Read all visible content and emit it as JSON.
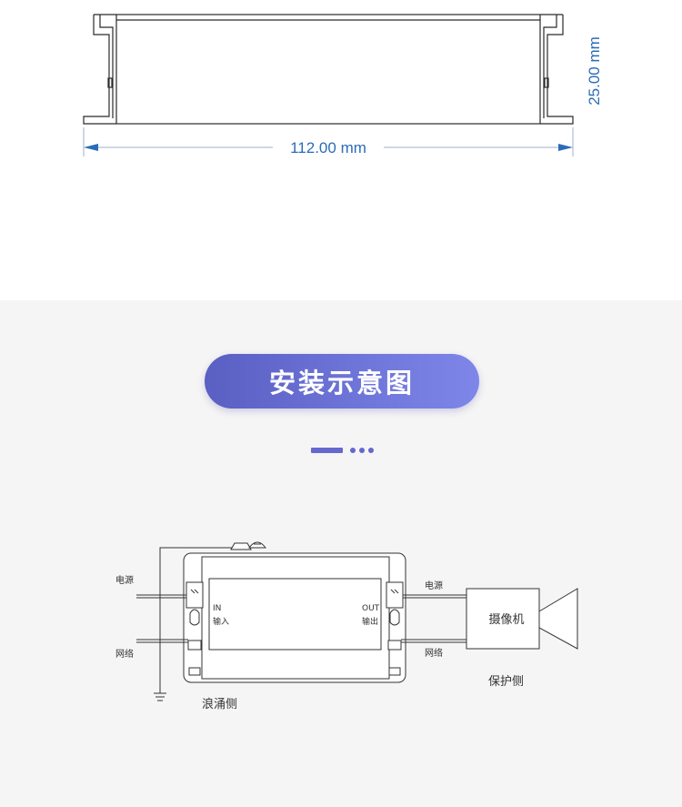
{
  "dimensions": {
    "width_label": "112.00 mm",
    "height_label": "25.00 mm",
    "dimension_color": "#2b6cb8"
  },
  "section": {
    "title": "安装示意图",
    "accent_color": "#6468cf"
  },
  "diagram": {
    "left_top_label": "电源",
    "left_bottom_label": "网络",
    "in_label_en": "IN",
    "in_label_cn": "输入",
    "out_label_en": "OUT",
    "out_label_cn": "输出",
    "right_top_label": "电源",
    "right_bottom_label": "网络",
    "camera_label": "摄像机",
    "surge_side_label": "浪涌侧",
    "protect_side_label": "保护侧",
    "ground_icon": "ground-icon",
    "camera_icon": "camera-icon"
  }
}
